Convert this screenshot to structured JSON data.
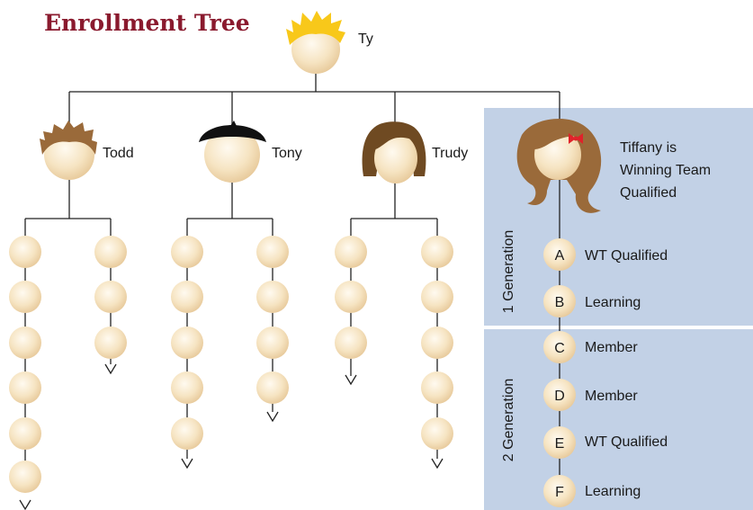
{
  "title": "Enrollment Tree",
  "root": {
    "name": "Ty"
  },
  "children": [
    {
      "name": "Todd"
    },
    {
      "name": "Tony"
    },
    {
      "name": "Trudy"
    },
    {
      "name": "Tiffany",
      "note_lines": [
        "Tiffany is",
        "Winning Team",
        "Qualified"
      ]
    }
  ],
  "generations": [
    {
      "label": "1 Generation"
    },
    {
      "label": "2 Generation"
    }
  ],
  "downline": [
    {
      "letter": "A",
      "label": "WT Qualified"
    },
    {
      "letter": "B",
      "label": "Learning"
    },
    {
      "letter": "C",
      "label": "Member"
    },
    {
      "letter": "D",
      "label": "Member"
    },
    {
      "letter": "E",
      "label": "WT Qualified"
    },
    {
      "letter": "F",
      "label": "Learning"
    }
  ],
  "colors": {
    "title": "#8a1a2e",
    "panel": "#c2d1e6",
    "face": "#f6e2bd",
    "hair_blond": "#f8c81a",
    "hair_brown": "#9a6a3a",
    "hair_dark": "#6f4a22",
    "hat": "#111111",
    "bow": "#e0222a"
  }
}
